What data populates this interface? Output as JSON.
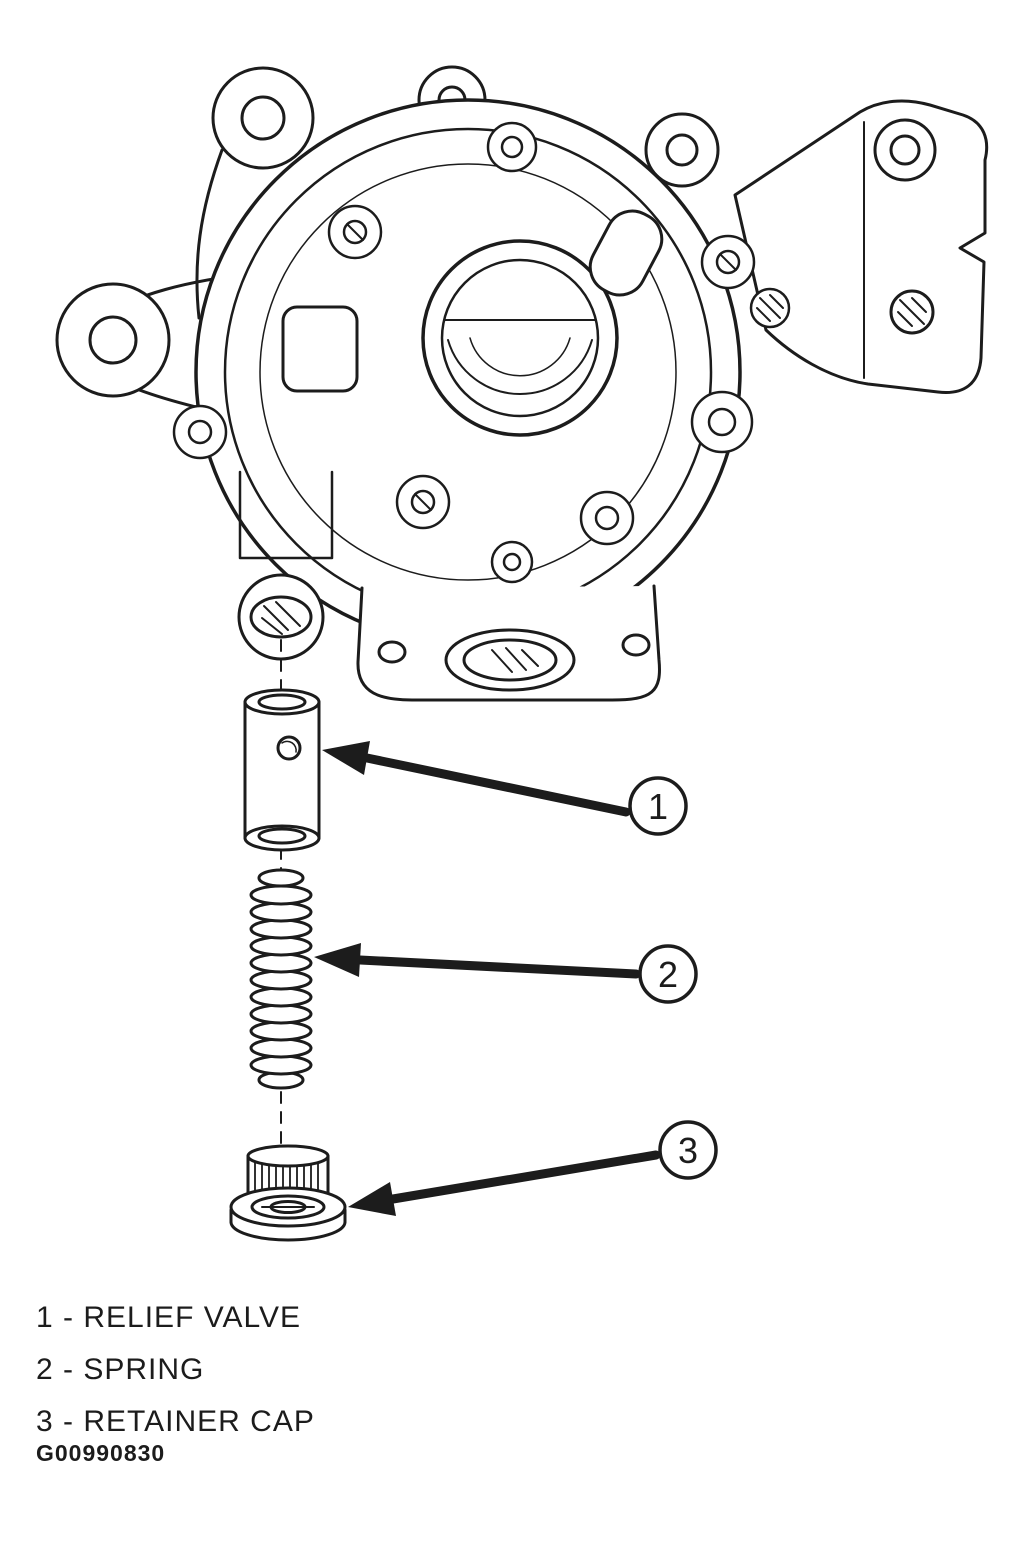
{
  "figure": {
    "id_code": "G00990830",
    "separator": " - ",
    "callouts": [
      {
        "number": "1",
        "label": "RELIEF VALVE"
      },
      {
        "number": "2",
        "label": "SPRING"
      },
      {
        "number": "3",
        "label": "RETAINER CAP"
      }
    ]
  }
}
